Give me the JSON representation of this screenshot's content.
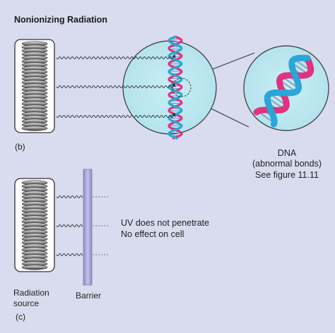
{
  "title": "Nonionizing Radiation",
  "panel_b": {
    "label": "(b)"
  },
  "panel_c": {
    "label": "(c)"
  },
  "dna_caption": {
    "line1": "DNA",
    "line2": "(abnormal bonds)",
    "line3": "See figure 11.11"
  },
  "uv_note": {
    "line1": "UV does not penetrate",
    "line2": "No effect on cell"
  },
  "source_label": {
    "line1": "Radiation",
    "line2": "source"
  },
  "barrier_label": "Barrier",
  "colors": {
    "background": "#d9dcee",
    "circle_fill": "#bfe9f1",
    "dna_pink": "#e0327f",
    "dna_blue": "#2aa6d8",
    "barrier": "#a9a6d6",
    "ray": "#333333"
  }
}
